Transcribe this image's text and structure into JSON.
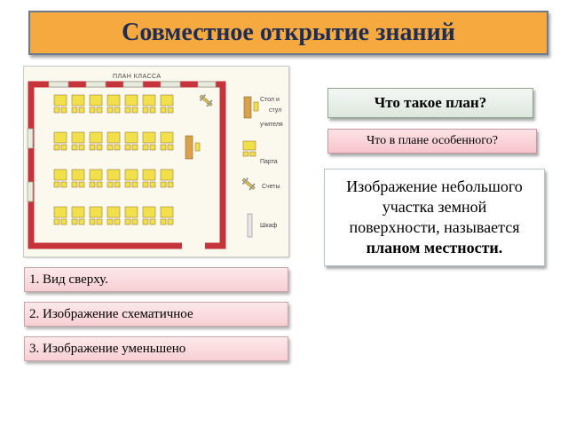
{
  "title": "Совместное открытие знаний",
  "plan": {
    "heading": "ПЛАН КЛАССА",
    "legend": {
      "desk_line1": "Стол и",
      "desk_line2": "стул",
      "desk_line3": "учителя",
      "parta": "Парта",
      "abacus": "Счеты",
      "cabinet": "Шкаф"
    },
    "colors": {
      "wall": "#c4343a",
      "desk": "#f2e04a",
      "teacher": "#d9a24a",
      "window": "#cfd8c8"
    }
  },
  "questions": {
    "what_is_plan": "Что такое план?",
    "whats_special": "Что в плане особенного?"
  },
  "answer": {
    "line1": "Изображение небольшого",
    "line2": "участка земной",
    "line3": "поверхности, называется",
    "line4": "планом местности."
  },
  "points": [
    "1. Вид сверху.",
    "2. Изображение схематичное",
    "3. Изображение уменьшено"
  ],
  "colors": {
    "title_bg": "#f5a93f",
    "title_text": "#1f2d55"
  }
}
